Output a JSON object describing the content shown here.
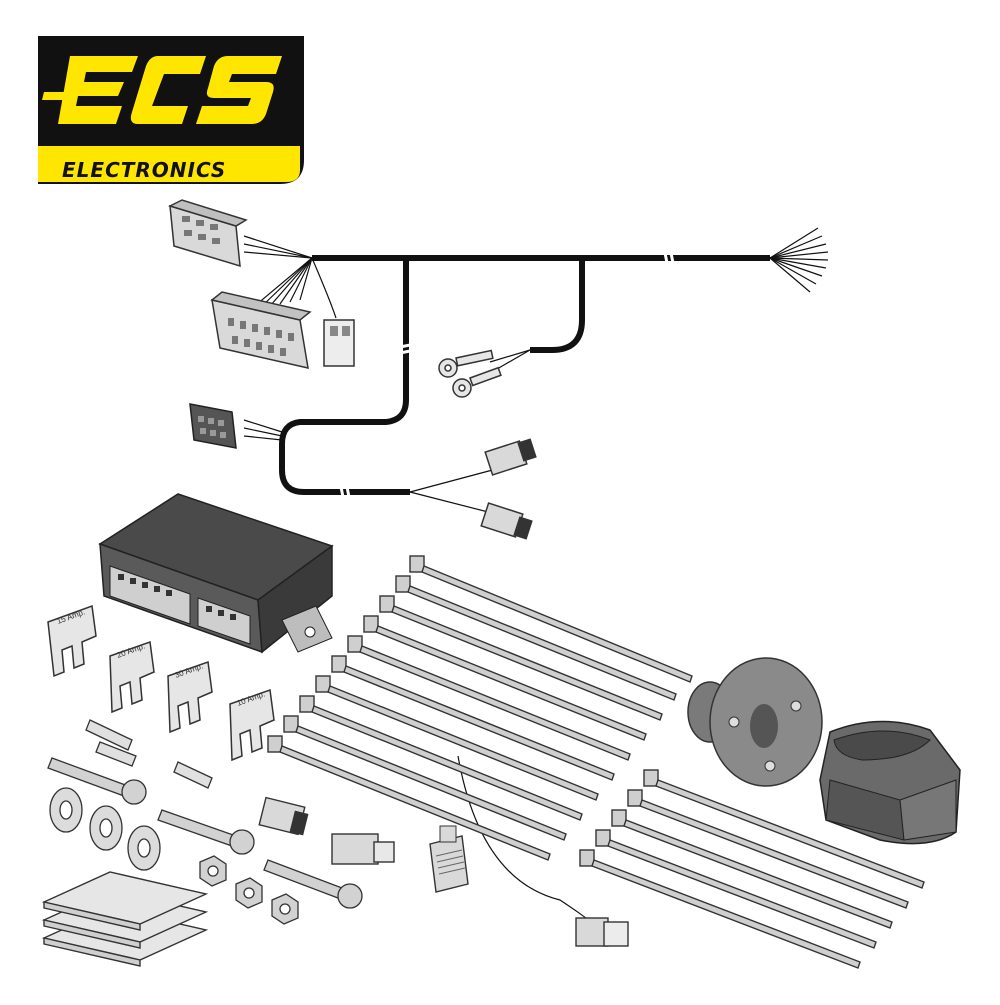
{
  "logo": {
    "brand": "ECS",
    "sub": "ELECTRONICS",
    "bg_color": "#111111",
    "accent_color": "#ffe600"
  },
  "fuses": [
    {
      "label": "15 Amp."
    },
    {
      "label": "20 Amp."
    },
    {
      "label": "30 Amp."
    },
    {
      "label": "10 Amp."
    }
  ],
  "colors": {
    "wire": "#111111",
    "component_fill": "#d9d9d9",
    "module_fill": "#3a3a3a"
  },
  "icons": {
    "ties": "cable-tie-icon",
    "socket": "tow-socket-icon",
    "harness": "wiring-harness-icon"
  }
}
